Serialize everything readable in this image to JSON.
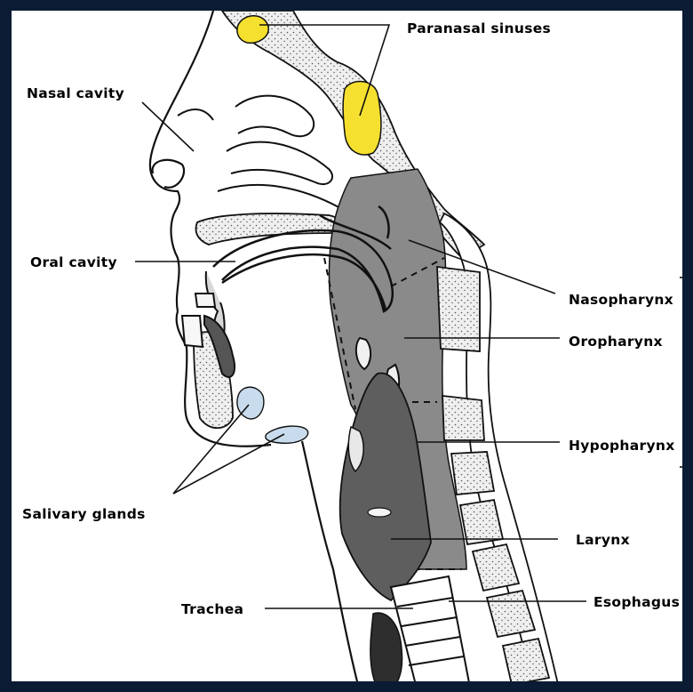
{
  "labels": {
    "paranasal_sinuses": "Paranasal sinuses",
    "nasal_cavity": "Nasal cavity",
    "oral_cavity": "Oral cavity",
    "nasopharynx": "Nasopharynx",
    "oropharynx": "Oropharynx",
    "hypopharynx": "Hypopharynx",
    "salivary_glands": "Salivary glands",
    "larynx": "Larynx",
    "trachea": "Trachea",
    "esophagus": "Esophagus"
  },
  "colors": {
    "frame": "#0b1b33",
    "background": "#ffffff",
    "pharynx_fill": "#8a8a8a",
    "larynx_fill": "#5e5e5e",
    "sinus_fill": "#f5e030",
    "gland_fill": "#c9dced",
    "bone_fill": "#e8e8e8",
    "outline": "#111111"
  }
}
